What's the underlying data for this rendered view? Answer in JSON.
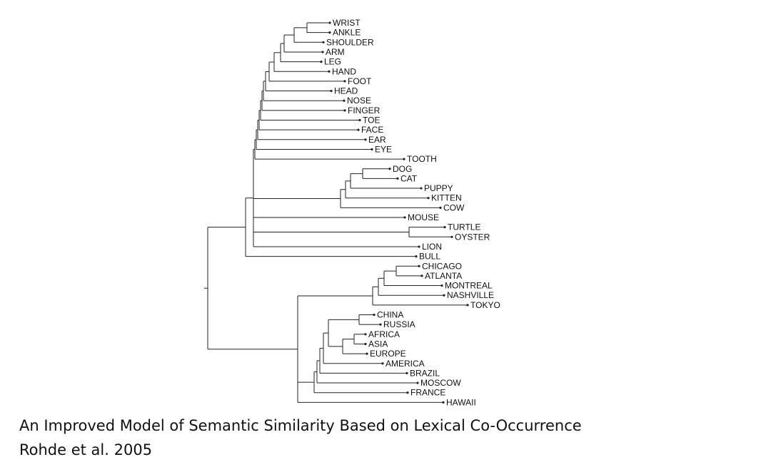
{
  "leaves": [
    "WRIST",
    "ANKLE",
    "SHOULDER",
    "ARM",
    "LEG",
    "HAND",
    "FOOT",
    "HEAD",
    "NOSE",
    "FINGER",
    "TOE",
    "FACE",
    "EAR",
    "EYE",
    "TOOTH",
    "DOG",
    "CAT",
    "PUPPY",
    "KITTEN",
    "COW",
    "MOUSE",
    "TURTLE",
    "OYSTER",
    "LION",
    "BULL",
    "CHICAGO",
    "ATLANTA",
    "MONTREAL",
    "NASHVILLE",
    "TOKYO",
    "CHINA",
    "RUSSIA",
    "AFRICA",
    "ASIA",
    "EUROPE",
    "AMERICA",
    "BRAZIL",
    "MOSCOW",
    "FRANCE",
    "HAWAII"
  ],
  "caption": {
    "title": "An Improved Model of Semantic Similarity Based on Lexical Co-Occurrence",
    "citation": "Rohde et al. 2005"
  }
}
